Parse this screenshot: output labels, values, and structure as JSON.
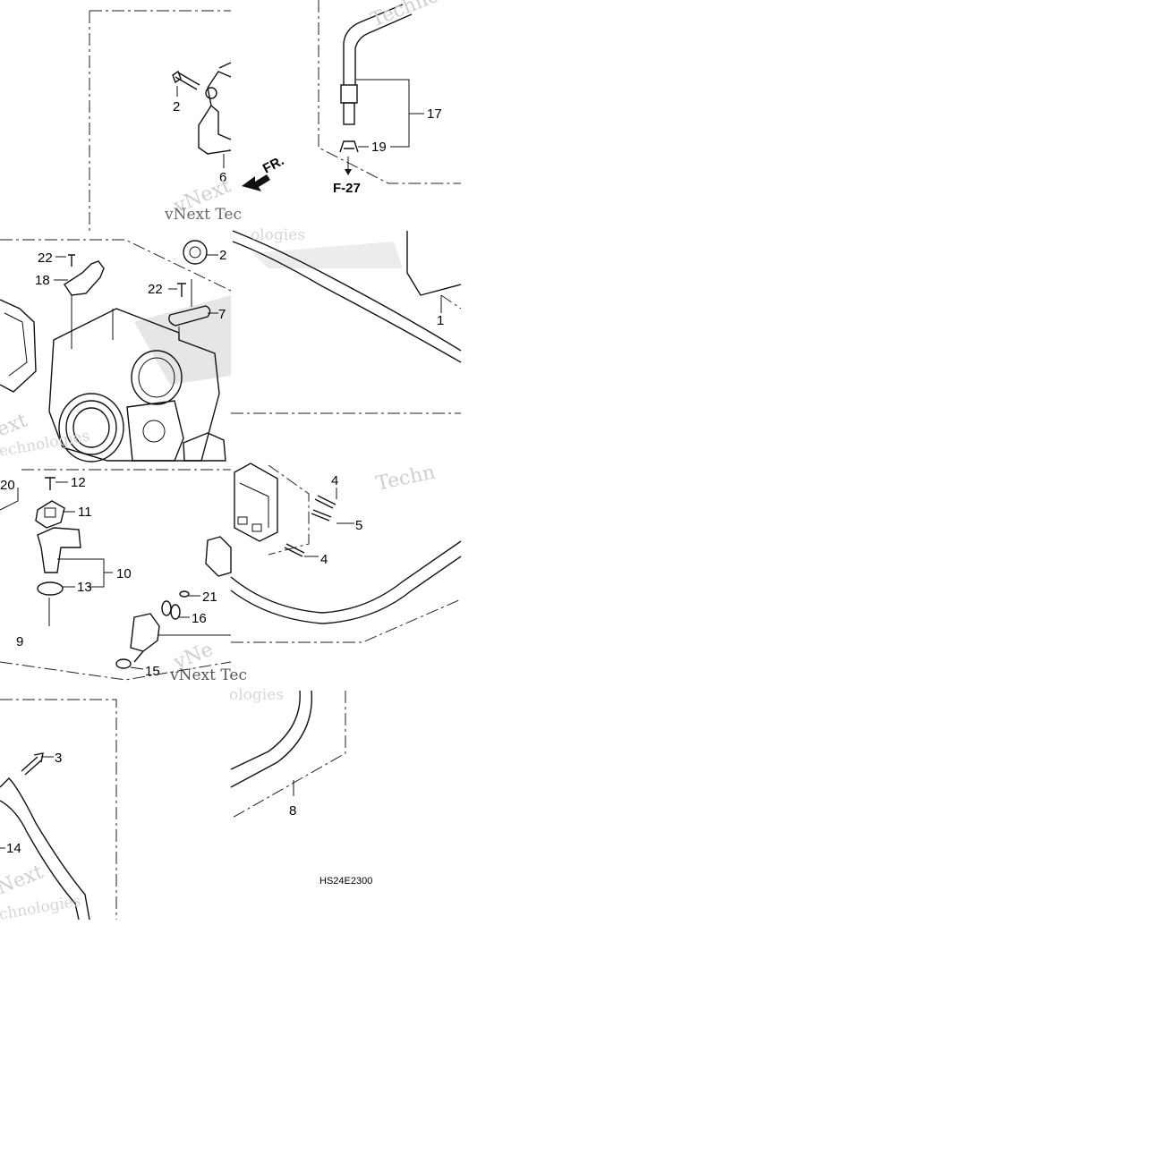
{
  "diagram": {
    "drawing_code": "HS24E2300",
    "direction_label": "FR.",
    "reference_label": "F-27",
    "callouts": {
      "c1": "1",
      "c2": "2",
      "c2b": "2",
      "c3": "3",
      "c4a": "4",
      "c4b": "4",
      "c5": "5",
      "c6": "6",
      "c7": "7",
      "c8": "8",
      "c9": "9",
      "c10": "10",
      "c11": "11",
      "c12": "12",
      "c13": "13",
      "c14": "14",
      "c15": "15",
      "c16": "16",
      "c17": "17",
      "c18": "18",
      "c19": "19",
      "c20": "20",
      "c21": "21",
      "c22a": "22",
      "c22b": "22"
    },
    "watermarks": {
      "w1": "Techno",
      "w2": "vNext",
      "w3": "vNext Tec",
      "w4": "ologies",
      "w5": "Techn",
      "w6": "vNext Tec",
      "w7": "ologies",
      "w8": "vNe",
      "w9": "ext",
      "w10": "echnologies",
      "w11": "Next",
      "w12": "chnologies"
    }
  }
}
